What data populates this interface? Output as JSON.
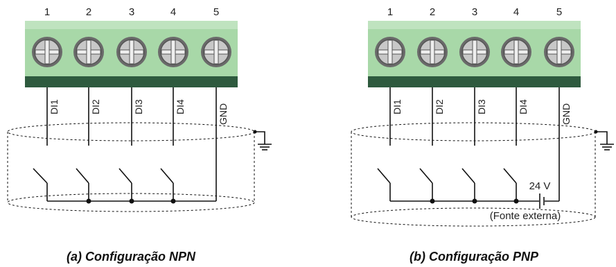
{
  "terminal_numbers": [
    "1",
    "2",
    "3",
    "4",
    "5"
  ],
  "left": {
    "pin_labels": [
      "DI1",
      "DI2",
      "DI3",
      "DI4",
      "GND"
    ],
    "caption": "(a) Configuração NPN"
  },
  "right": {
    "pin_labels": [
      "DI1",
      "DI2",
      "DI3",
      "DI4",
      "GND"
    ],
    "supply_label": "24 V",
    "supply_note": "(Fonte externa)",
    "caption": "(b) Configuração PNP"
  },
  "colors": {
    "terminal_green": "#a8d8a8",
    "terminal_dark": "#2e5a3e",
    "screw_gray": "#9a9a9a"
  }
}
